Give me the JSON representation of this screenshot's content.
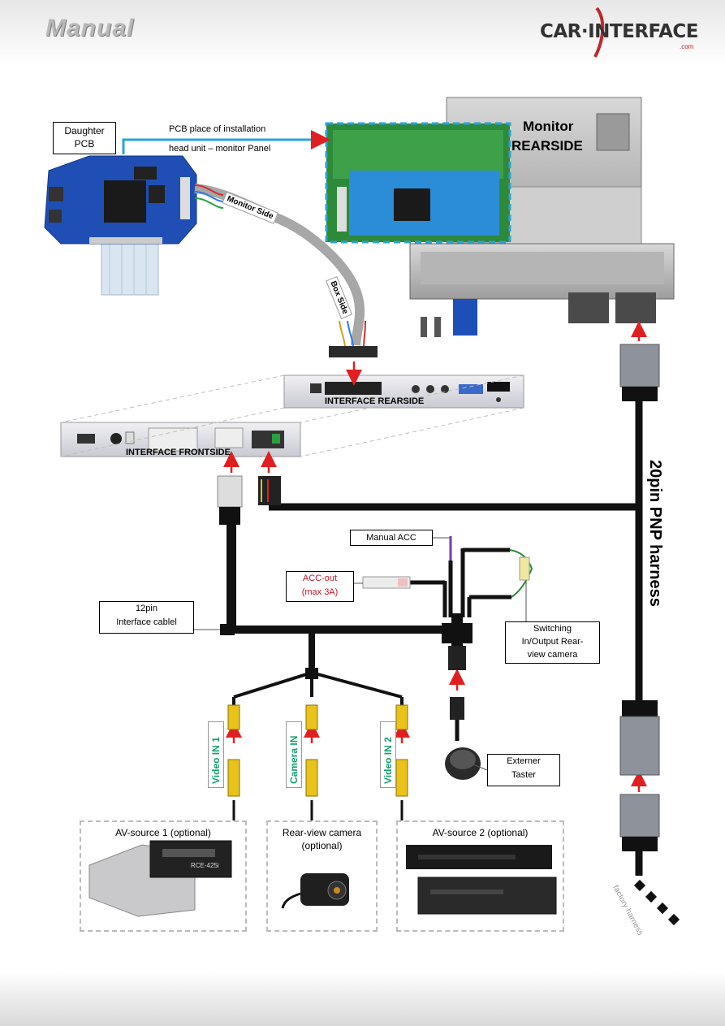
{
  "header": {
    "title": "Manual",
    "logo_text": "CAR·INTERFACE",
    "logo_sub": ".com"
  },
  "labels": {
    "daughter_pcb": "Daughter PCB",
    "pcb_place_1": "PCB place of installation",
    "pcb_place_2": "head unit – monitor Panel",
    "monitor_side": "Monitor Side",
    "box_side": "Box Side",
    "monitor_rearside_1": "Monitor",
    "monitor_rearside_2": "REARSIDE",
    "interface_rearside": "INTERFACE REARSIDE",
    "interface_frontside": "INTERFACE  FRONTSIDE",
    "pnp_harness": "20pin PNP harness",
    "manual_acc": "Manual ACC",
    "acc_out_1": "ACC-out",
    "acc_out_2": "(max 3A)",
    "interface_cable_1": "12pin",
    "interface_cable_2": "Interface cablel",
    "switching_1": "Switching",
    "switching_2": "In/Output Rear-",
    "switching_3": "view camera",
    "externer_1": "Externer",
    "externer_2": "Taster",
    "video_in_1": "Video IN 1",
    "camera_in": "Camera IN",
    "video_in_2": "Video IN 2",
    "av_source_1": "AV-source 1 (optional)",
    "rear_camera_1": "Rear-view camera",
    "rear_camera_2": "(optional)",
    "av_source_2": "AV-source 2 (optional)",
    "factory_harness": "factory harness",
    "device_label": "RCE-425i"
  },
  "colors": {
    "arrow": "#e02020",
    "cable": "#111111",
    "pcb_blue": "#1f4fb4",
    "callout_blue": "#2aa3d6",
    "acc_red": "#c0142a",
    "video_green": "#12a06e",
    "rca_yellow": "#e9c21a"
  }
}
